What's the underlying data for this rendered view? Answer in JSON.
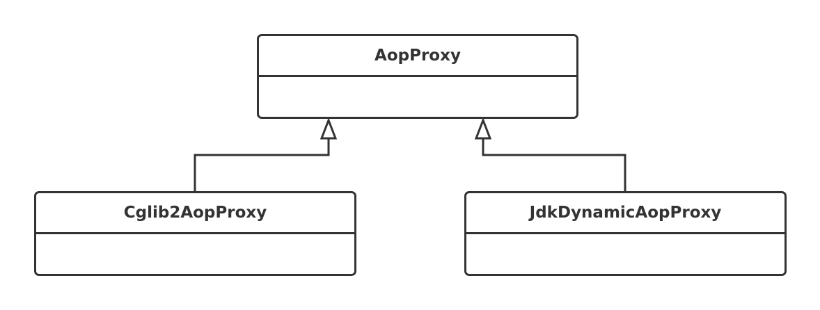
{
  "diagram": {
    "type": "uml-class-inheritance",
    "classes": {
      "parent": {
        "name": "AopProxy"
      },
      "left_child": {
        "name": "Cglib2AopProxy"
      },
      "right_child": {
        "name": "JdkDynamicAopProxy"
      }
    },
    "relations": [
      {
        "from": "Cglib2AopProxy",
        "to": "AopProxy",
        "kind": "generalization"
      },
      {
        "from": "JdkDynamicAopProxy",
        "to": "AopProxy",
        "kind": "generalization"
      }
    ],
    "colors": {
      "stroke": "#333333",
      "fill": "#ffffff"
    }
  }
}
